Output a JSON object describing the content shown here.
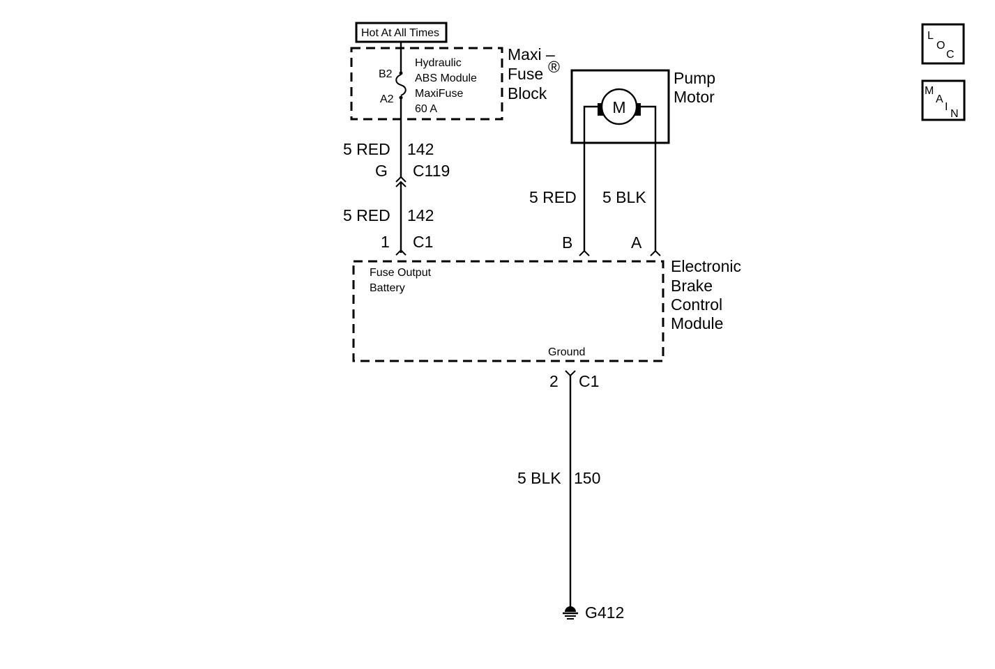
{
  "nav": {
    "loc": {
      "l1": "L",
      "l2": "O",
      "l3": "C"
    },
    "main": {
      "l1": "M",
      "l2": "A",
      "l3": "I",
      "l4": "N"
    }
  },
  "power": {
    "label": "Hot At All Times"
  },
  "fuse_block": {
    "title_line1": "Maxi –",
    "title_line2": "Fuse",
    "registered": "®",
    "title_line3": "Block",
    "fuse_name_line1": "Hydraulic",
    "fuse_name_line2": "ABS Module",
    "fuse_name_line3": "MaxiFuse",
    "fuse_rating": "60 A",
    "pin_top": "B2",
    "pin_bottom": "A2"
  },
  "wire_142_upper": {
    "gauge_color": "5 RED",
    "circuit": "142"
  },
  "connector_c119": {
    "pin": "G",
    "name": "C119"
  },
  "wire_142_lower": {
    "gauge_color": "5 RED",
    "circuit": "142"
  },
  "connector_c1_pin1": {
    "pin": "1",
    "name": "C1"
  },
  "pump_motor": {
    "title_line1": "Pump",
    "title_line2": "Motor",
    "symbol": "M"
  },
  "motor_wires": {
    "left_label": "5 RED",
    "right_label": "5 BLK",
    "pin_b": "B",
    "pin_a": "A"
  },
  "ebcm": {
    "title_line1": "Electronic",
    "title_line2": "Brake",
    "title_line3": "Control",
    "title_line4": "Module",
    "inner_line1": "Fuse Output",
    "inner_line2": "Battery",
    "ground_label": "Ground"
  },
  "connector_c1_pin2": {
    "pin": "2",
    "name": "C1"
  },
  "wire_150": {
    "gauge_color": "5 BLK",
    "circuit": "150"
  },
  "ground": {
    "name": "G412"
  }
}
